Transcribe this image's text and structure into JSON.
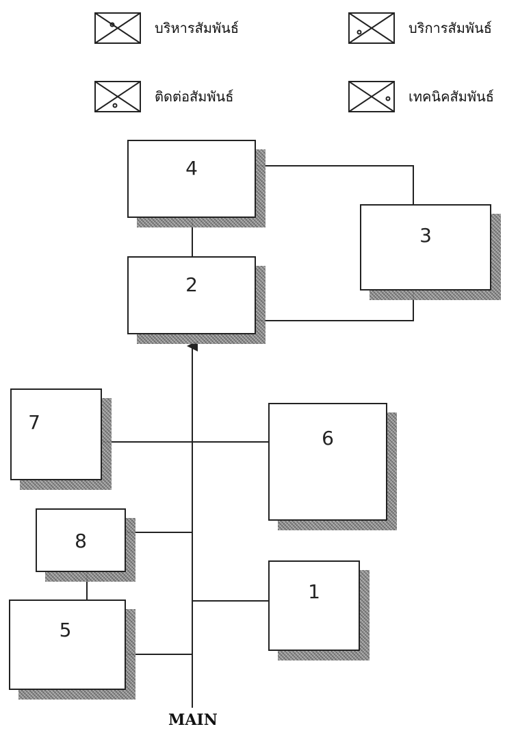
{
  "legend": [
    {
      "label": "บริหารสัมพันธ์",
      "icon": "box-cross-dot-left-icon"
    },
    {
      "label": "บริการสัมพันธ์",
      "icon": "box-cross-dot-left-icon"
    },
    {
      "label": "ติดต่อสัมพันธ์",
      "icon": "box-cross-dot-bottom-icon"
    },
    {
      "label": "เทคนิคสัมพันธ์",
      "icon": "box-cross-dot-right-icon"
    }
  ],
  "boxes": [
    {
      "id": "box-4",
      "label": "4"
    },
    {
      "id": "box-3",
      "label": "3"
    },
    {
      "id": "box-2",
      "label": "2"
    },
    {
      "id": "box-7",
      "label": "7"
    },
    {
      "id": "box-6",
      "label": "6"
    },
    {
      "id": "box-8",
      "label": "8"
    },
    {
      "id": "box-1",
      "label": "1"
    },
    {
      "id": "box-5",
      "label": "5"
    }
  ],
  "main_label": "MAIN",
  "colors": {
    "line": "#222222",
    "shadow": "#8e8e8e",
    "box_fill": "#ffffff"
  }
}
